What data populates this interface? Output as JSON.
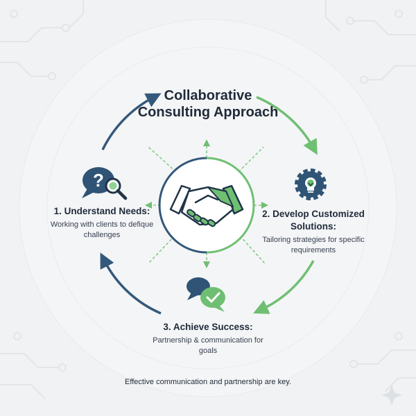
{
  "title": "Collaborative Consulting Approach",
  "center": {
    "icon": "handshake-icon"
  },
  "steps": [
    {
      "title": "1. Understand Needs:",
      "description": "Working with clients to defique challenges",
      "icon": "question-magnifier-icon"
    },
    {
      "title": "2. Develop Customized Solutions:",
      "description": "Tailoring strategies for specific requirements",
      "icon": "gear-lightbulb-icon"
    },
    {
      "title": "3. Achieve Success:",
      "description": "Partnership & communication for goals",
      "icon": "chat-check-icon"
    }
  ],
  "footer": "Effective communication and partnership are key.",
  "colors": {
    "blue": "#33587a",
    "green": "#6fbf73",
    "background": "#f1f2f3"
  }
}
